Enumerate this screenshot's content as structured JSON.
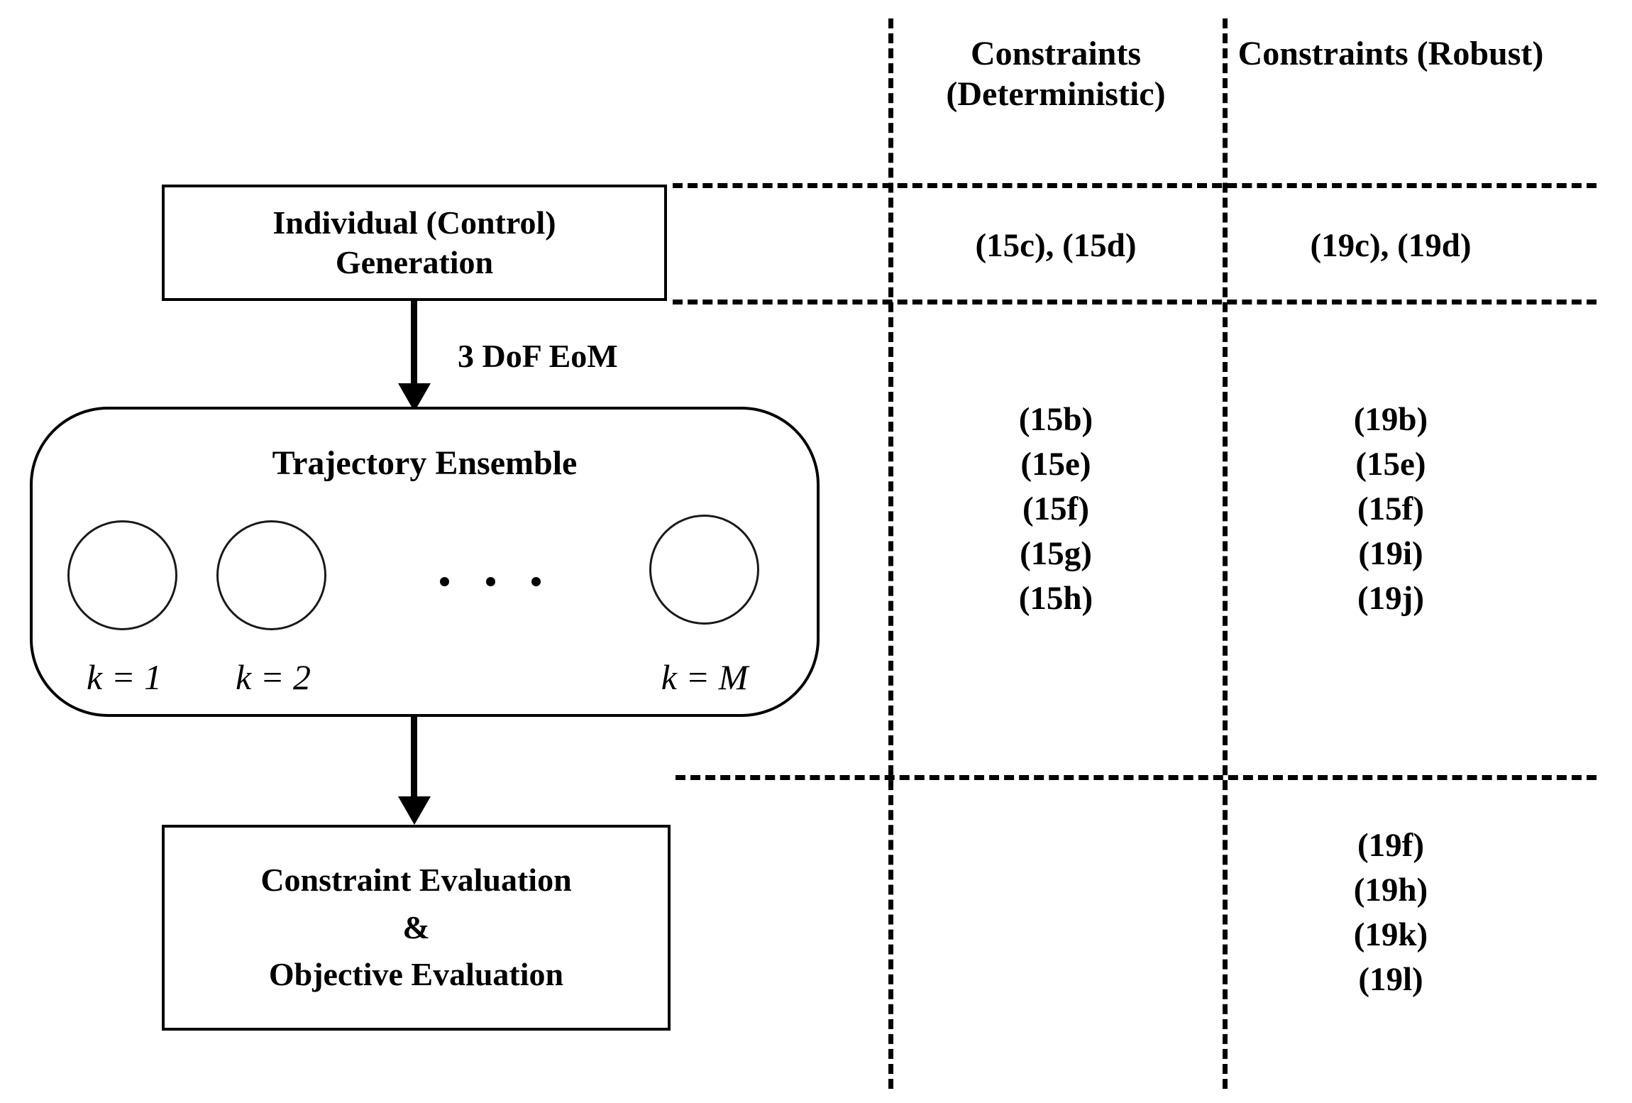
{
  "diagram": {
    "title_implicit": "Robust Trajectory Optimization Workflow",
    "columns": {
      "deterministic_header_line1": "Constraints",
      "deterministic_header_line2": "(Deterministic)",
      "robust_header_line1": "Constraints",
      "robust_header_line2": "(Robust)"
    },
    "nodes": {
      "individual_generation": {
        "line1": "Individual (Control)",
        "line2": "Generation"
      },
      "trajectory_ensemble": {
        "title": "Trajectory Ensemble",
        "member_labels": [
          "k = 1",
          "k = 2",
          "k = M"
        ],
        "ellipsis": "• • •"
      },
      "evaluation": {
        "line1": "Constraint Evaluation",
        "line2": "&",
        "line3": "Objective Evaluation"
      }
    },
    "edges": {
      "generation_to_ensemble_label": "3 DoF EoM"
    },
    "constraint_cells": {
      "row1_deterministic": [
        "(15c), (15d)"
      ],
      "row1_robust": [
        "(19c), (19d)"
      ],
      "row2_deterministic": [
        "(15b)",
        "(15e)",
        "(15f)",
        "(15g)",
        "(15h)"
      ],
      "row2_robust": [
        "(19b)",
        "(15e)",
        "(15f)",
        "(19i)",
        "(19j)"
      ],
      "row3_deterministic": [],
      "row3_robust": [
        "(19f)",
        "(19h)",
        "(19k)",
        "(19l)"
      ]
    },
    "colors": {
      "stroke": "#000000",
      "background": "#ffffff"
    }
  }
}
